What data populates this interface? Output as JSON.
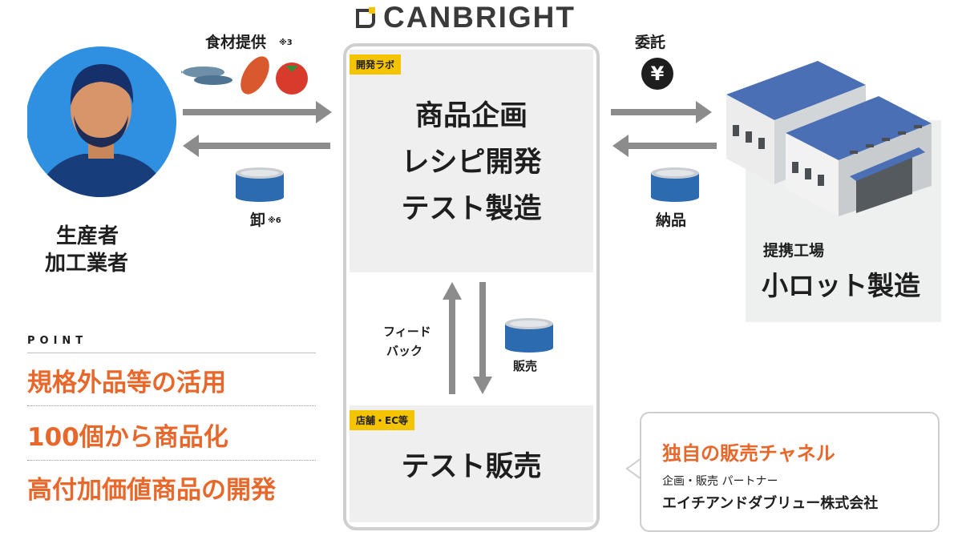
{
  "logo": {
    "text": "CANBRIGHT"
  },
  "producer": {
    "line1": "生産者",
    "line2": "加工業者"
  },
  "top_left_arrow": {
    "label": "食材提供",
    "note": "※3"
  },
  "bottom_left_arrow": {
    "label": "卸",
    "note": "※6"
  },
  "lab": {
    "tag": "開発ラボ",
    "lines": [
      "商品企画",
      "レシピ開発",
      "テスト製造"
    ]
  },
  "feedback": {
    "line1": "フィード",
    "line2": "バック"
  },
  "sales_label": "販売",
  "store": {
    "tag": "店舗・EC等",
    "title": "テスト販売"
  },
  "consign": {
    "label": "委託",
    "yen": "¥"
  },
  "delivery": {
    "label": "納品"
  },
  "factory": {
    "label": "提携工場",
    "title": "小ロット製造"
  },
  "point": {
    "heading": "POINT",
    "items": [
      "規格外品等の活用",
      "100個から商品化",
      "高付加価値商品の開発"
    ]
  },
  "channel": {
    "title": "独自の販売チャネル",
    "subtitle": "企画・販売 パートナー",
    "company": "エイチアンドダブリュー株式会社"
  },
  "colors": {
    "accent_orange": "#e8672a",
    "tag_yellow": "#f5c400",
    "can_blue": "#2c6bb0",
    "arrow_gray": "#8c8c8c"
  }
}
